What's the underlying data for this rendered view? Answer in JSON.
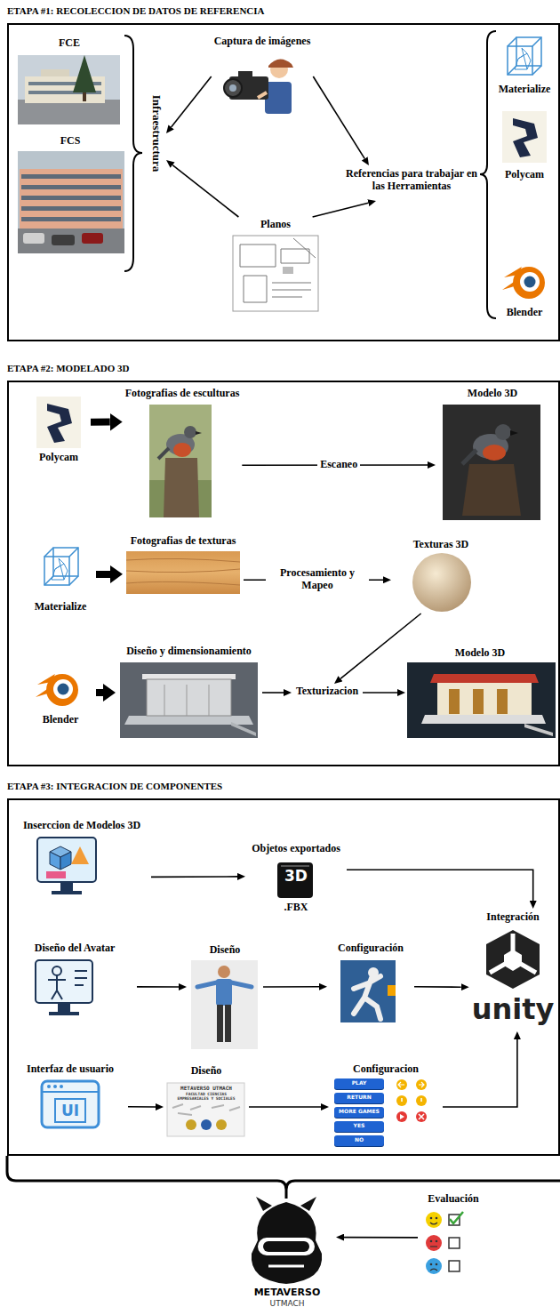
{
  "diagram": {
    "nodes": [
      {
        "text": [
          "ETAPA #1: RECOLECCION DE DATOS DE REFERENCIA"
        ]
      },
      {
        "text": [
          "FCE"
        ],
        "in": 0
      },
      {
        "text": [
          "FCS"
        ],
        "in": 0
      },
      {
        "text": [
          "Infraestructura"
        ],
        "in": 0
      },
      {
        "text": [
          "Captura de imágenes"
        ],
        "in": 0
      },
      {
        "text": [
          "Planos"
        ],
        "in": 0
      },
      {
        "text": [
          "Referencias para trabajar en las Herramientas"
        ],
        "in": 0
      },
      {
        "text": [
          "Materialize"
        ],
        "in": 0
      },
      {
        "text": [
          "Polycam"
        ],
        "in": 0
      },
      {
        "text": [
          "Blender"
        ],
        "in": 0
      },
      {
        "text": [
          "ETAPA #2: MODELADO 3D"
        ]
      },
      {
        "text": [
          "Polycam"
        ],
        "in": 10
      },
      {
        "text": [
          "Fotografias de esculturas"
        ],
        "in": 10
      },
      {
        "text": [
          "Modelo 3D"
        ],
        "in": 10
      },
      {
        "text": [
          "Materialize"
        ],
        "in": 10
      },
      {
        "text": [
          "Fotografias de texturas"
        ],
        "in": 10
      },
      {
        "text": [
          "Texturas 3D"
        ],
        "in": 10
      },
      {
        "text": [
          "Blender"
        ],
        "in": 10
      },
      {
        "text": [
          "Diseño y dimensionamiento"
        ],
        "in": 10
      },
      {
        "text": [
          "Texturizacion"
        ],
        "in": 10
      },
      {
        "text": [
          "Modelo 3D"
        ],
        "in": 10
      },
      {
        "text": [
          "ETAPA #3: INTEGRACION DE COMPONENTES"
        ]
      },
      {
        "text": [
          "Inserccion de Modelos 3D"
        ],
        "in": 21
      },
      {
        "text": [
          "Objetos exportados",
          "3D",
          ".FBX"
        ],
        "in": 21
      },
      {
        "text": [
          "Integración",
          "unity"
        ],
        "in": 21
      },
      {
        "text": [
          "Diseño del Avatar"
        ],
        "in": 21
      },
      {
        "text": [
          "Diseño"
        ],
        "in": 21
      },
      {
        "text": [
          "Configuración"
        ],
        "in": 21
      },
      {
        "text": [
          "Interfaz de usuario",
          "UI"
        ],
        "in": 21
      },
      {
        "text": [
          "Diseño",
          "METAVERSO UTMACH",
          "FACULTAD CIENCIAS EMPRESARIALES Y SOCIALES"
        ],
        "in": 21
      },
      {
        "text": [
          "Configuracion"
        ],
        "in": 21
      },
      {
        "text": [
          "PLAY"
        ],
        "in": 30
      },
      {
        "text": [
          "RETURN"
        ],
        "in": 30
      },
      {
        "text": [
          "MORE GAMES"
        ],
        "in": 30
      },
      {
        "text": [
          "YES"
        ],
        "in": 30
      },
      {
        "text": [
          "NO"
        ],
        "in": 30
      },
      {
        "text": [
          "METAVERSO",
          "UTMACH"
        ]
      },
      {
        "text": [
          "Evaluación"
        ]
      }
    ],
    "edges": [
      {
        "from": 4,
        "to": 3,
        "arrow": "to"
      },
      {
        "from": 4,
        "to": 6,
        "arrow": "to"
      },
      {
        "from": 5,
        "to": 3,
        "arrow": "to"
      },
      {
        "from": 5,
        "to": 6,
        "arrow": "to"
      },
      {
        "from": 11,
        "to": 12,
        "arrow": "to"
      },
      {
        "from": 12,
        "to": 13,
        "label": "Escaneo",
        "arrow": "to"
      },
      {
        "from": 14,
        "to": 15,
        "arrow": "to"
      },
      {
        "from": 15,
        "to": 16,
        "label": "Procesamiento y Mapeo",
        "arrow": "to"
      },
      {
        "from": 17,
        "to": 18,
        "arrow": "to"
      },
      {
        "from": 18,
        "to": 19,
        "arrow": "to"
      },
      {
        "from": 16,
        "to": 19,
        "arrow": "to"
      },
      {
        "from": 19,
        "to": 20,
        "arrow": "to"
      },
      {
        "from": 22,
        "to": 23,
        "arrow": "to"
      },
      {
        "from": 23,
        "to": 24,
        "arrow": "to"
      },
      {
        "from": 25,
        "to": 26,
        "arrow": "to"
      },
      {
        "from": 26,
        "to": 27,
        "arrow": "to"
      },
      {
        "from": 27,
        "to": 24,
        "arrow": "to"
      },
      {
        "from": 28,
        "to": 29,
        "arrow": "to"
      },
      {
        "from": 29,
        "to": 30,
        "arrow": "to"
      },
      {
        "from": 30,
        "to": 24,
        "arrow": "to"
      },
      {
        "from": 37,
        "to": 36,
        "arrow": "to"
      }
    ]
  }
}
